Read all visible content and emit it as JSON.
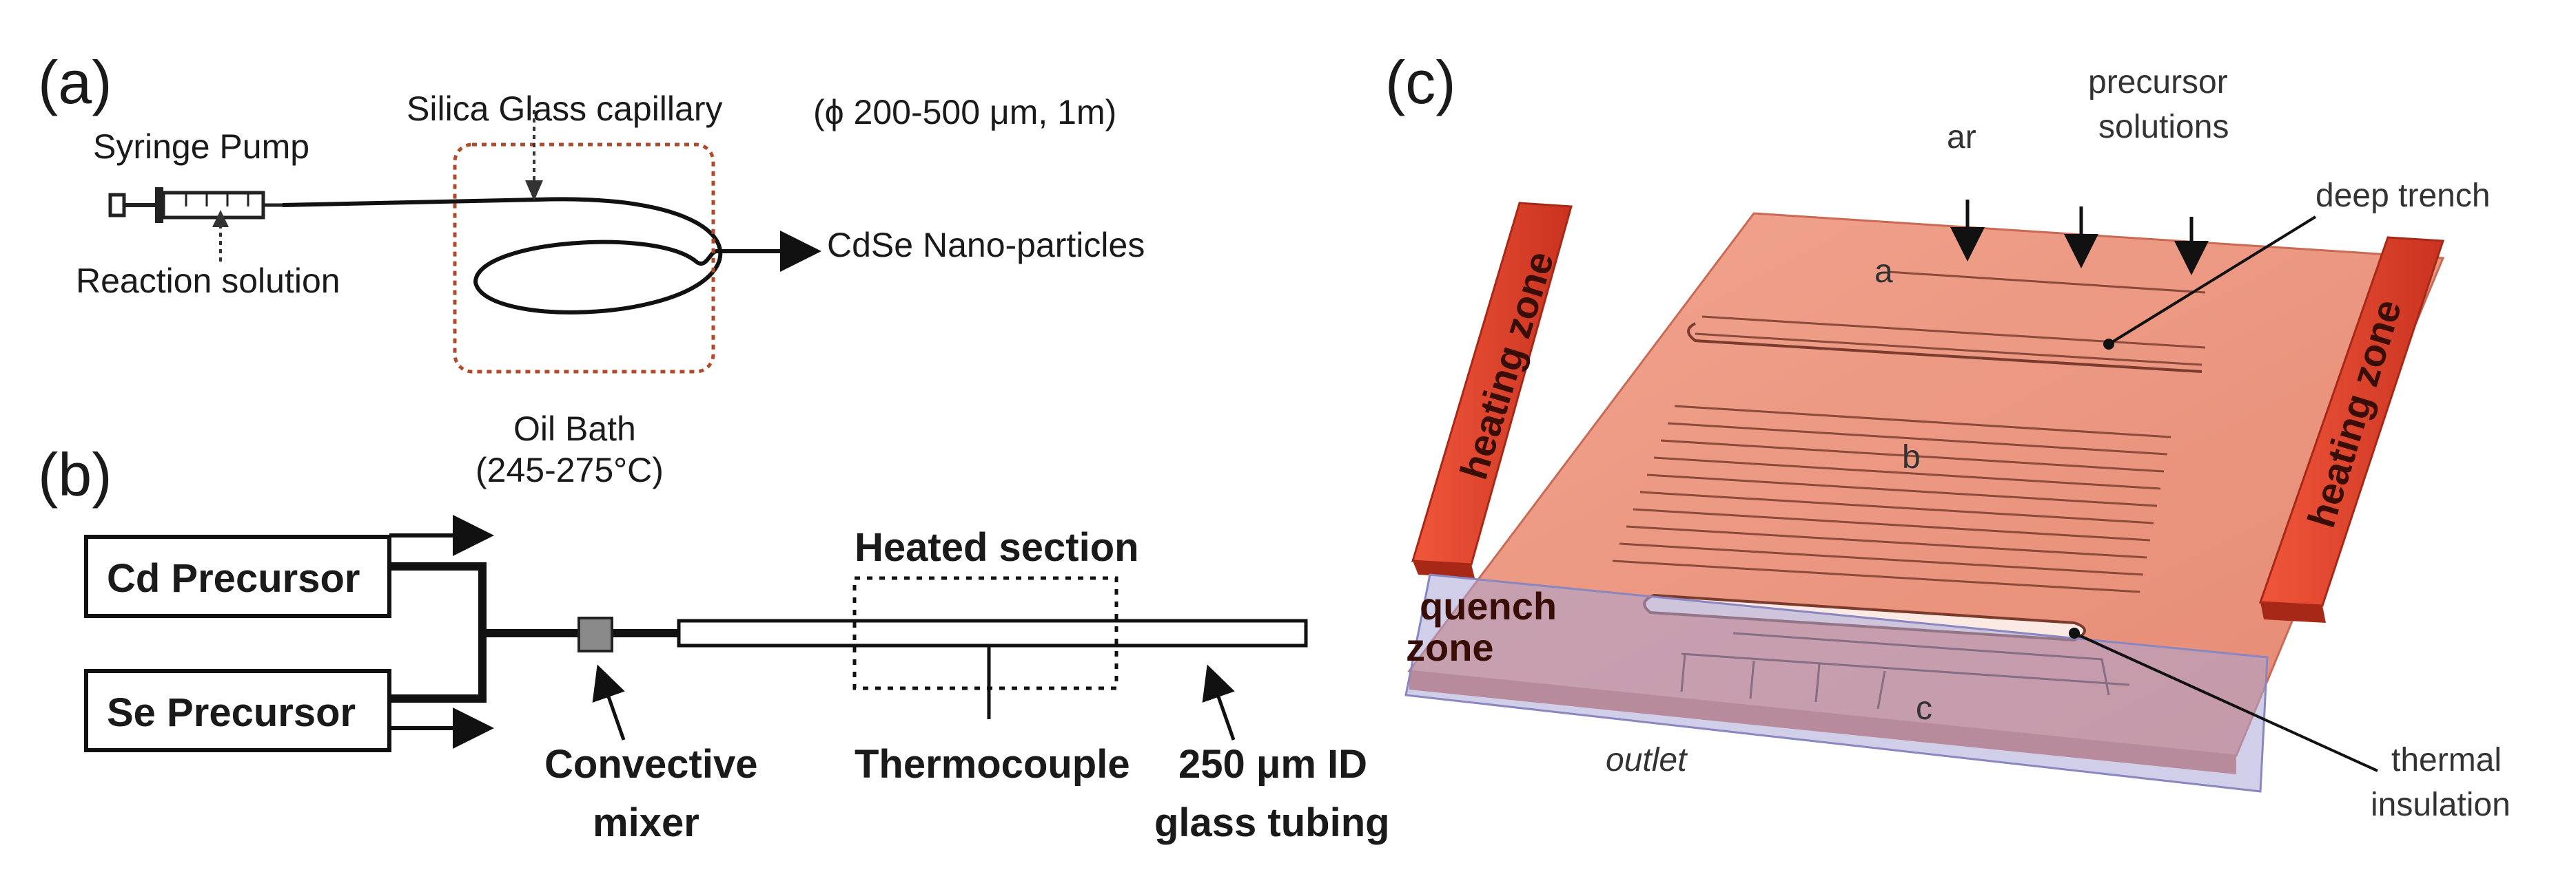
{
  "panel_a": {
    "label": "(a)",
    "syringe_pump": "Syringe Pump",
    "capillary": "Silica Glass capillary",
    "dimensions": "(ϕ 200-500 μm, 1m)",
    "reaction_solution": "Reaction solution",
    "output": "CdSe Nano-particles",
    "oil_bath": "Oil Bath",
    "oil_bath_temp": "(245-275°C)"
  },
  "panel_b": {
    "label": "(b)",
    "cd_precursor": "Cd Precursor",
    "se_precursor": "Se Precursor",
    "heated_section": "Heated section",
    "mixer_line1": "Convective",
    "mixer_line2": "mixer",
    "thermocouple": "Thermocouple",
    "tubing_line1": "250 μm ID",
    "tubing_line2": "glass tubing"
  },
  "panel_c": {
    "label": "(c)",
    "ar": "ar",
    "precursor_line1": "precursor",
    "precursor_line2": "solutions",
    "deep_trench": "deep trench",
    "heating_zone_left": "heating zone",
    "heating_zone_right": "heating zone",
    "region_a": "a",
    "region_b": "b",
    "region_c": "c",
    "quench_line1": "quench",
    "quench_line2": "zone",
    "outlet": "outlet",
    "thermal_line1": "thermal",
    "thermal_line2": "insulation"
  },
  "colors": {
    "chip": "#e8907a",
    "chip_edge": "#c86a55",
    "heater": "#e4452c",
    "quench": "#a9a6d6",
    "oil_bath_border": "#b04a2a"
  }
}
